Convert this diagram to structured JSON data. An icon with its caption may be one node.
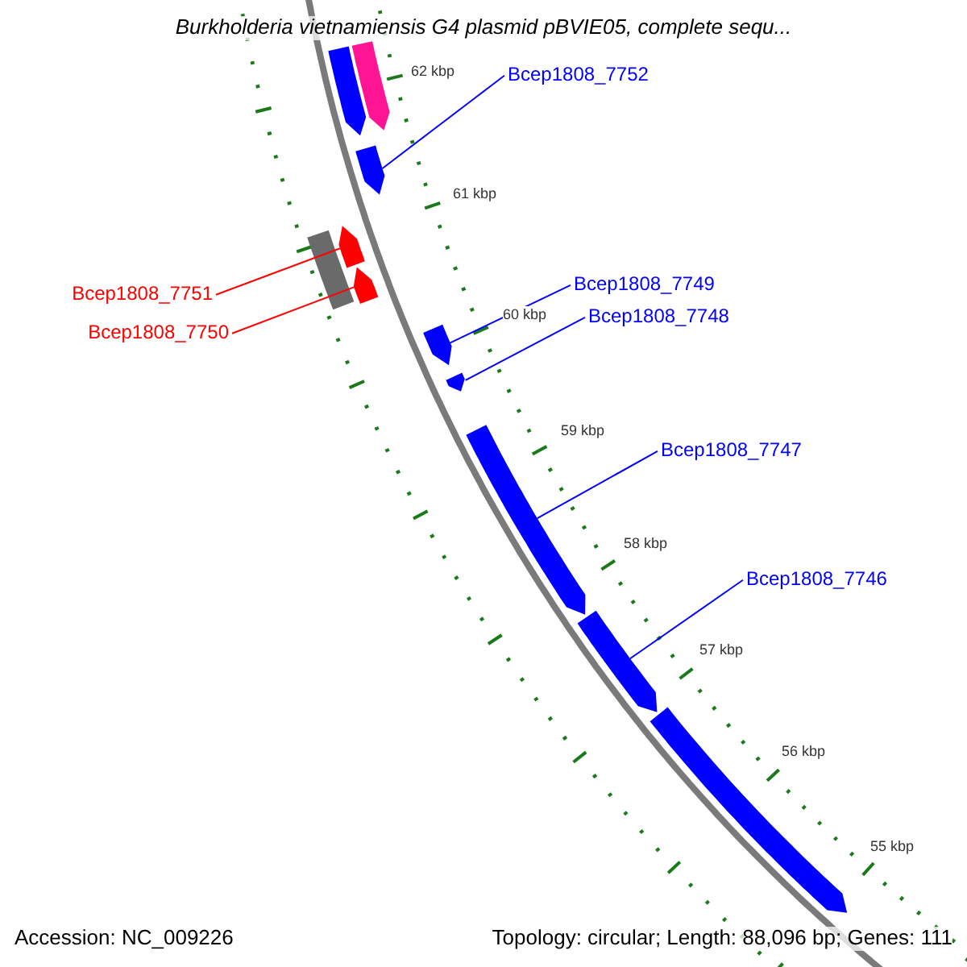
{
  "diagram": {
    "title": "Burkholderia vietnamiensis G4 plasmid pBVIE05, complete sequ...",
    "nodes": [
      {
        "text": [],
        "shape": "arrow"
      },
      {
        "text": [],
        "shape": "arrow"
      },
      {
        "text": [
          "Bcep1808_7752"
        ]
      },
      {
        "text": [],
        "shape": "arrow"
      },
      {
        "text": [],
        "shape": "box"
      },
      {
        "text": [],
        "shape": "arrow"
      },
      {
        "text": [],
        "shape": "arrow"
      },
      {
        "text": [
          "Bcep1808_7751"
        ]
      },
      {
        "text": [
          "Bcep1808_7750"
        ]
      },
      {
        "text": [
          "Bcep1808_7749"
        ]
      },
      {
        "text": [
          "Bcep1808_7748"
        ]
      },
      {
        "text": [],
        "shape": "arrow"
      },
      {
        "text": [],
        "shape": "arrow"
      },
      {
        "text": [
          "Bcep1808_7747"
        ]
      },
      {
        "text": [],
        "shape": "arrow"
      },
      {
        "text": [
          "Bcep1808_7746"
        ]
      },
      {
        "text": [],
        "shape": "arrow"
      },
      {
        "text": [],
        "shape": "arrow"
      }
    ],
    "edges": [
      {
        "from": 2,
        "to": 3,
        "arrow": "none"
      },
      {
        "from": 7,
        "to": 5,
        "arrow": "none",
        "color": "#ff0000"
      },
      {
        "from": 8,
        "to": 6,
        "arrow": "none",
        "color": "#ff0000"
      },
      {
        "from": 9,
        "to": 11,
        "arrow": "none"
      },
      {
        "from": 10,
        "to": 12,
        "arrow": "none"
      },
      {
        "from": 13,
        "to": 14,
        "arrow": "none"
      },
      {
        "from": 15,
        "to": 16,
        "arrow": "none"
      }
    ],
    "labels": [
      "62 kbp",
      "61 kbp",
      "60 kbp",
      "59 kbp",
      "58 kbp",
      "57 kbp",
      "56 kbp",
      "55 kbp",
      "Accession: NC_009226",
      "Topology: circular; Length: 88,096 bp; Genes: 111"
    ]
  }
}
